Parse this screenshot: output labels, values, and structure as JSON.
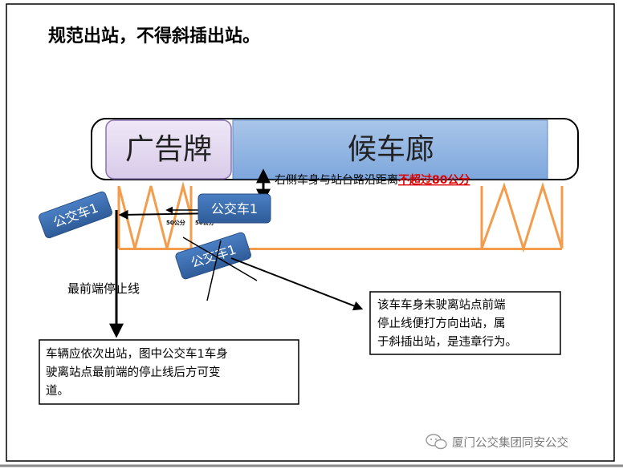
{
  "title": "规范出站，不得斜插出站。",
  "billboard_label": "广告牌",
  "corridor_label": "候车廊",
  "distance_note": "右侧车身与站台路沿距离",
  "distance_limit": "不超过80公分",
  "gap_label_1": "50公分",
  "gap_label_2": "50公分",
  "bus_label": "公交车1",
  "stop_line_label": "最前端停止线",
  "note_violation_lines": [
    "该车车身未驶离站点前端",
    "停止线便打方向出站，属",
    "于斜插出站，是违章行为。"
  ],
  "note_rule_lines": [
    "车辆应依次出站，图中公交车1车身",
    "驶离站点最前端的停止线后方可变",
    "道。"
  ],
  "watermark": "厦门公交集团同安公交",
  "colors": {
    "bus_fill": "#3d6fb0",
    "corridor_fill": "#8db3e2",
    "billboard_fill": "#e5dcf0",
    "platform_orange": "#f39c4c",
    "limit_red": "#e00000"
  }
}
